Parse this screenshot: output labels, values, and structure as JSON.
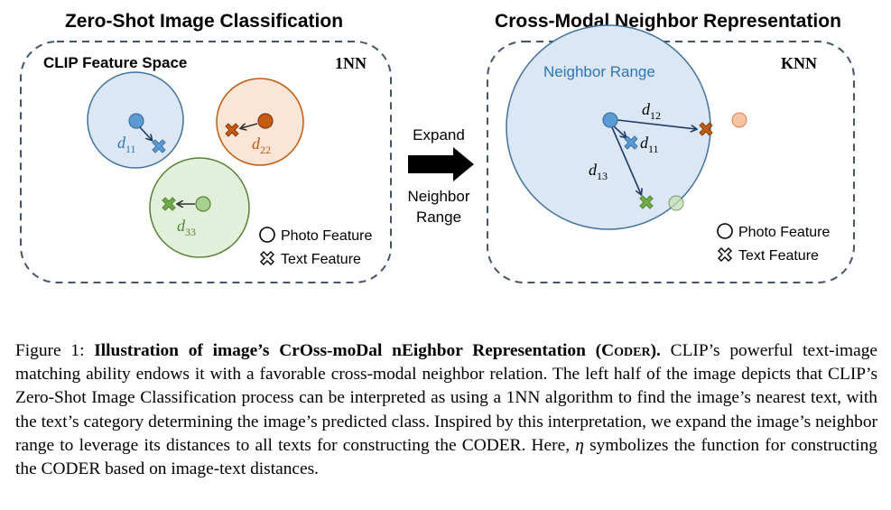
{
  "figure": {
    "left_title": "Zero-Shot Image Classification",
    "right_title": "Cross-Modal Neighbor Representation",
    "left_panel_label": "CLIP Feature Space",
    "left_method": "1NN",
    "right_method": "KNN",
    "neighbor_range_label": "Neighbor Range",
    "arrow_label_top": "Expand",
    "arrow_label_bottom_1": "Neighbor",
    "arrow_label_bottom_2": "Range",
    "legend": {
      "photo": "Photo Feature",
      "text": "Text Feature"
    },
    "distances": {
      "d11": {
        "base": "d",
        "sub": "11"
      },
      "d22": {
        "base": "d",
        "sub": "22"
      },
      "d33": {
        "base": "d",
        "sub": "33"
      },
      "d12": {
        "base": "d",
        "sub": "12"
      },
      "d13": {
        "base": "d",
        "sub": "13"
      }
    },
    "colors": {
      "blue": "#5b9bd5",
      "blue_fill": "#dbe7f4",
      "blue_stroke": "#41719c",
      "orange": "#c55a11",
      "orange_fill": "#fbe5d6",
      "orange_stroke": "#c55a11",
      "green": "#70ad47",
      "green_fill": "#e2efda",
      "green_stroke": "#548235",
      "dash": "#44546a"
    }
  },
  "caption": {
    "prefix": "Figure 1: ",
    "bold": "Illustration of image’s CrOss-moDal nEighbor Representation (",
    "bold_sc": "Coder",
    "bold_end": ").",
    "body_1": " CLIP’s powerful text-image matching ability endows it with a favorable cross-modal neighbor relation. The left half of the image depicts that CLIP’s Zero-Shot Image Classification process can be interpreted as using a 1NN algorithm to find the image’s nearest text, with the text’s category determining the image’s predicted class. Inspired by this interpretation, we expand the image’s neighbor range to leverage its distances to all texts for constructing the CODER. Here, ",
    "eta": "η",
    "body_2": " symbolizes the function for constructing the CODER based on image-text distances."
  }
}
